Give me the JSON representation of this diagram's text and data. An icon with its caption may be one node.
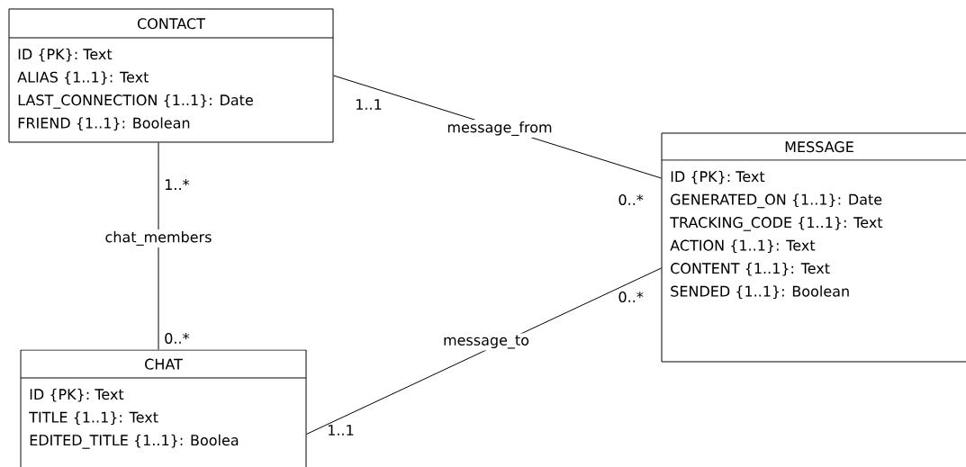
{
  "diagram": {
    "nodes": [
      {
        "text": [
          "CONTACT",
          "ID {PK}: Text",
          "ALIAS {1..1}: Text",
          "LAST_CONNECTION {1..1}: Date",
          "FRIEND {1..1}: Boolean"
        ]
      },
      {
        "text": [
          "MESSAGE",
          "ID {PK}: Text",
          "GENERATED_ON {1..1}: Date",
          "TRACKING_CODE {1..1}: Text",
          "ACTION {1..1}: Text",
          "CONTENT {1..1}: Text",
          "SENDED {1..1}: Boolean"
        ]
      },
      {
        "text": [
          "CHAT",
          "ID {PK}: Text",
          "TITLE {1..1}: Text",
          "EDITED_TITLE {1..1}: Boolea"
        ]
      }
    ],
    "edges": [
      {
        "from": 0,
        "to": 1,
        "arrow": "none",
        "label": "message_from"
      },
      {
        "from": 0,
        "to": 2,
        "arrow": "none",
        "label": "chat_members"
      },
      {
        "from": 2,
        "to": 1,
        "arrow": "none",
        "label": "message_to"
      }
    ],
    "labels": [
      "1..1",
      "1..*",
      "0..*",
      "0..*",
      "0..*",
      "1..1"
    ]
  }
}
